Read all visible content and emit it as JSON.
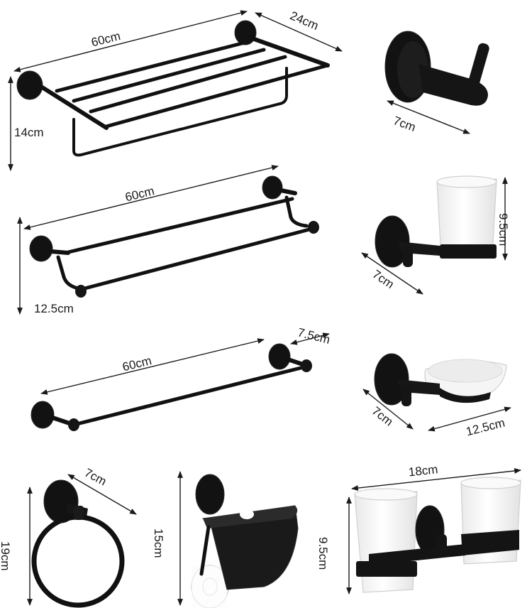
{
  "image": {
    "background": "#ffffff",
    "accent_colors": {
      "metal": "#111111",
      "glass": "#f2f2f2",
      "dimension_line": "#1a1a1a"
    }
  },
  "products": {
    "towel_shelf": {
      "width": "60cm",
      "depth": "24cm",
      "height": "14cm"
    },
    "robe_hook": {
      "width": "7cm"
    },
    "double_towel_bar": {
      "width": "60cm",
      "height": "12.5cm"
    },
    "tumbler_holder": {
      "height": "9.5cm",
      "width": "7cm"
    },
    "single_towel_bar": {
      "width": "60cm",
      "depth": "7.5cm"
    },
    "soap_dish": {
      "depth": "7cm",
      "width": "12.5cm"
    },
    "towel_ring": {
      "depth": "7cm",
      "height": "19cm"
    },
    "paper_holder": {
      "height": "15cm"
    },
    "double_tumbler_holder": {
      "width": "18cm",
      "height": "9.5cm"
    }
  }
}
